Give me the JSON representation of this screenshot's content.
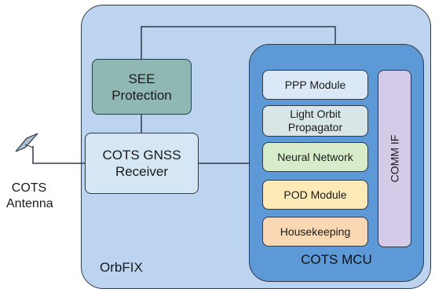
{
  "system_label": "OrbFIX",
  "see_protection": {
    "line1": "SEE",
    "line2": "Protection"
  },
  "gnss_receiver": {
    "line1": "COTS GNSS",
    "line2": "Receiver"
  },
  "antenna": {
    "line1": "COTS",
    "line2": "Antenna"
  },
  "mcu": {
    "label": "COTS MCU",
    "modules": {
      "ppp": "PPP Module",
      "light_orbit_line1": "Light Orbit",
      "light_orbit_line2": "Propagator",
      "neural_network": "Neural Network",
      "pod": "POD Module",
      "housekeeping": "Housekeeping"
    },
    "comm_if": "COMM IF"
  },
  "colors": {
    "outer_fill": "#bcd4f0",
    "see_fill": "#8fb7b3",
    "gnss_fill": "#d5e6f4",
    "mcu_fill": "#5d99d6",
    "ppp_fill": "#dbe8f7",
    "light_orbit_fill": "#d9e6e8",
    "neural_network_fill": "#d7edc9",
    "pod_fill": "#fdeab6",
    "housekeeping_fill": "#fad8b4",
    "comm_fill": "#d3cbe8"
  }
}
